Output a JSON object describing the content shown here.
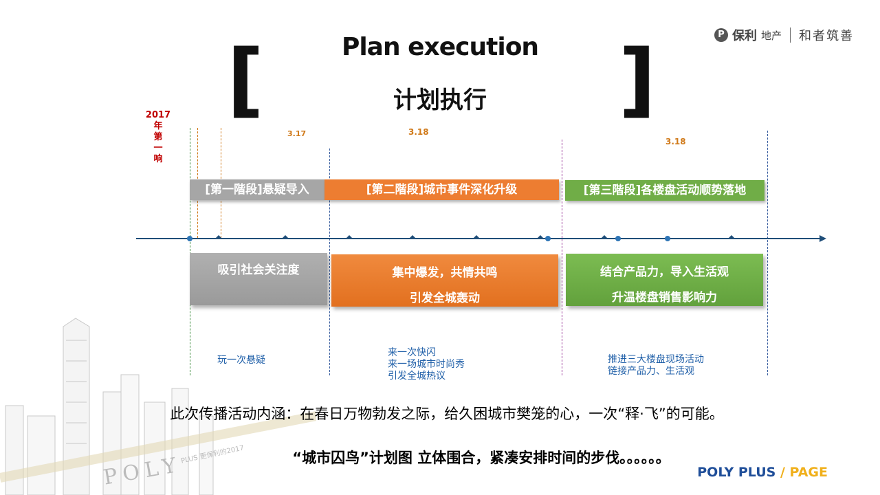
{
  "logo": {
    "brand": "保利",
    "sub": "地产",
    "slogan": "和者筑善",
    "mark": "P"
  },
  "title": {
    "en": "Plan execution",
    "cn": "计划执行",
    "bracket_left": "[",
    "bracket_right": "]"
  },
  "year_label": {
    "year": "2017",
    "chars": [
      "年",
      "第",
      "一",
      "响"
    ]
  },
  "dates": [
    "3.17",
    "3.18",
    "3.18"
  ],
  "stages": [
    {
      "label": "[第一階段]悬疑导入",
      "color": "#a6a6a6"
    },
    {
      "label": "[第二階段]城市事件深化升级",
      "color": "#ed7d31"
    },
    {
      "label": "[第三階段]各楼盘活动顺势落地",
      "color": "#70ad47"
    }
  ],
  "boxes": [
    {
      "lines": [
        "吸引社会关注度"
      ],
      "color": "#a6a6a6"
    },
    {
      "lines": [
        "集中爆发，共情共鸣",
        "引发全城轰动"
      ],
      "color": "#ed7d31"
    },
    {
      "lines": [
        "结合产品力，导入生活观",
        "升温楼盘销售影响力"
      ],
      "color": "#70ad47"
    }
  ],
  "descriptions": [
    {
      "lines": [
        "玩一次悬疑"
      ]
    },
    {
      "lines": [
        "来一次快闪",
        "来一场城市时尚秀",
        "引发全城热议"
      ]
    },
    {
      "lines": [
        "推进三大楼盘现场活动",
        "链接产品力、生活观"
      ]
    }
  ],
  "bottom_text": {
    "line1": "此次传播活动内涵：在春日万物勃发之际，给久困城市樊笼的心，一次“释·飞”的可能。",
    "line2": "“城市囚鸟”计划图  立体围合，紧凑安排时间的步伐。。。。。。"
  },
  "watermark": {
    "text": "POLY",
    "sub": "PLUS 更保利的2017"
  },
  "footer_brand": {
    "main": "POLY PLUS",
    "slash": "/",
    "page": "PAGE"
  },
  "colors": {
    "timeline": "#1f4e79",
    "year_red": "#c00000",
    "date_orange": "#d07a1a",
    "desc_blue": "#1f5fa8",
    "brand_blue": "#1f4e99",
    "brand_yellow": "#f0b01c"
  }
}
